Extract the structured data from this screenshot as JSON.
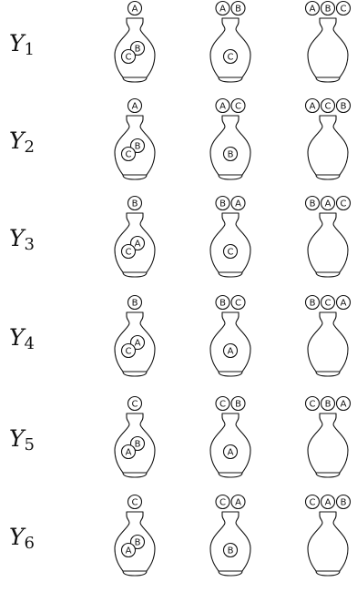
{
  "rows": [
    {
      "label": "Y",
      "sub": "1",
      "cells": [
        {
          "outside": [
            "A"
          ],
          "inside": [
            "B",
            "C"
          ]
        },
        {
          "outside": [
            "A",
            "B"
          ],
          "inside": [
            "C"
          ]
        },
        {
          "outside": [
            "A",
            "B",
            "C"
          ],
          "inside": []
        }
      ]
    },
    {
      "label": "Y",
      "sub": "2",
      "cells": [
        {
          "outside": [
            "A"
          ],
          "inside": [
            "B",
            "C"
          ]
        },
        {
          "outside": [
            "A",
            "C"
          ],
          "inside": [
            "B"
          ]
        },
        {
          "outside": [
            "A",
            "C",
            "B"
          ],
          "inside": []
        }
      ]
    },
    {
      "label": "Y",
      "sub": "3",
      "cells": [
        {
          "outside": [
            "B"
          ],
          "inside": [
            "A",
            "C"
          ]
        },
        {
          "outside": [
            "B",
            "A"
          ],
          "inside": [
            "C"
          ]
        },
        {
          "outside": [
            "B",
            "A",
            "C"
          ],
          "inside": []
        }
      ]
    },
    {
      "label": "Y",
      "sub": "4",
      "cells": [
        {
          "outside": [
            "B"
          ],
          "inside": [
            "A",
            "C"
          ]
        },
        {
          "outside": [
            "B",
            "C"
          ],
          "inside": [
            "A"
          ]
        },
        {
          "outside": [
            "B",
            "C",
            "A"
          ],
          "inside": []
        }
      ]
    },
    {
      "label": "Y",
      "sub": "5",
      "cells": [
        {
          "outside": [
            "C"
          ],
          "inside": [
            "B",
            "A"
          ]
        },
        {
          "outside": [
            "C",
            "B"
          ],
          "inside": [
            "A"
          ]
        },
        {
          "outside": [
            "C",
            "B",
            "A"
          ],
          "inside": []
        }
      ]
    },
    {
      "label": "Y",
      "sub": "6",
      "cells": [
        {
          "outside": [
            "C"
          ],
          "inside": [
            "B",
            "A"
          ]
        },
        {
          "outside": [
            "C",
            "A"
          ],
          "inside": [
            "B"
          ]
        },
        {
          "outside": [
            "C",
            "A",
            "B"
          ],
          "inside": []
        }
      ]
    }
  ]
}
